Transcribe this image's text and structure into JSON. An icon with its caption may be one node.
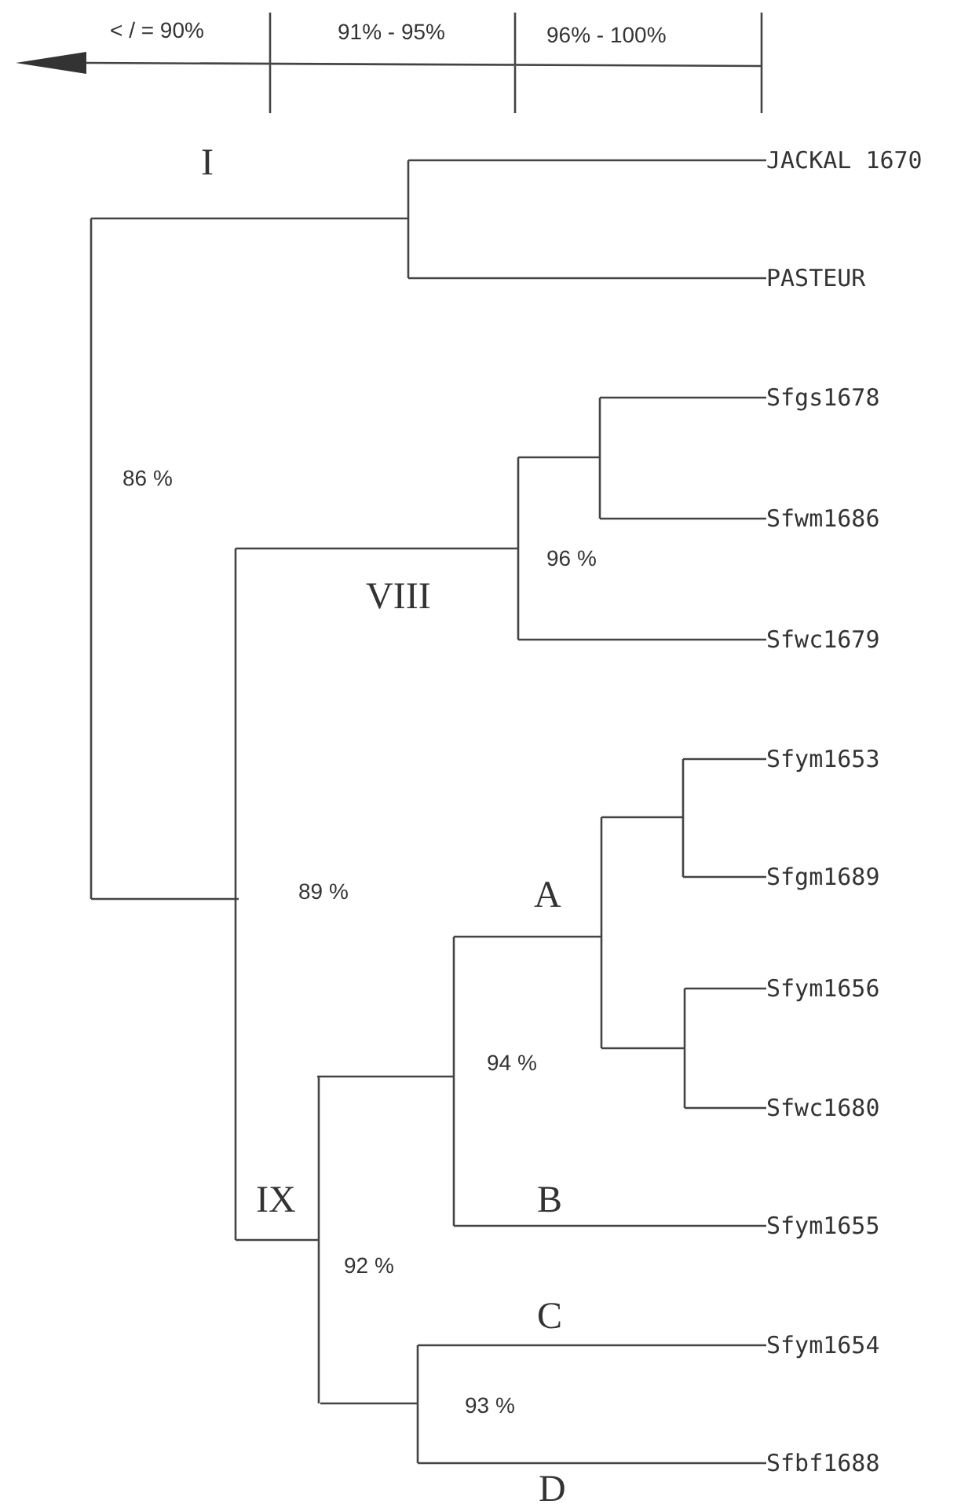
{
  "diagram": {
    "nodes": [
      {
        "text": [
          "JACKAL 1670"
        ]
      },
      {
        "text": [
          "PASTEUR"
        ]
      },
      {
        "text": [
          "Sfgs1678"
        ]
      },
      {
        "text": [
          "Sfwm1686"
        ]
      },
      {
        "text": [
          "Sfwc1679"
        ]
      },
      {
        "text": [
          "Sfym1653"
        ]
      },
      {
        "text": [
          "Sfgm1689"
        ]
      },
      {
        "text": [
          "Sfym1656"
        ]
      },
      {
        "text": [
          "Sfwc1680"
        ]
      },
      {
        "text": [
          "Sfym1655"
        ]
      },
      {
        "text": [
          "Sfym1654"
        ]
      },
      {
        "text": [
          "Sfbf1688"
        ]
      }
    ],
    "edges": [
      {
        "from": null,
        "to": 0,
        "arrow": "none"
      },
      {
        "from": null,
        "to": 1,
        "arrow": "none"
      },
      {
        "from": null,
        "to": 2,
        "arrow": "none"
      },
      {
        "from": null,
        "to": 3,
        "arrow": "none"
      },
      {
        "from": null,
        "to": 4,
        "arrow": "none"
      },
      {
        "from": null,
        "to": 5,
        "arrow": "none"
      },
      {
        "from": null,
        "to": 6,
        "arrow": "none"
      },
      {
        "from": null,
        "to": 7,
        "arrow": "none"
      },
      {
        "from": null,
        "to": 8,
        "arrow": "none"
      },
      {
        "from": null,
        "to": 9,
        "arrow": "none"
      },
      {
        "from": null,
        "to": 10,
        "arrow": "none"
      },
      {
        "from": null,
        "to": 11,
        "arrow": "none"
      }
    ],
    "labels": [
      "< / = 90%",
      "91% - 95%",
      "96% - 100%",
      "I",
      "86 %",
      "96 %",
      "VIII",
      "89 %",
      "A",
      "94 %",
      "IX",
      "B",
      "92 %",
      "C",
      "93 %",
      "D"
    ]
  }
}
